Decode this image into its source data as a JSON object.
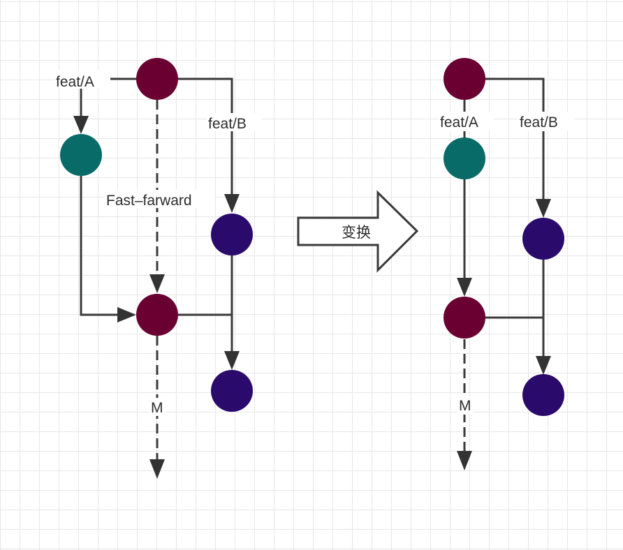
{
  "colors": {
    "main_commit": "#6a0032",
    "feat_a_commit": "#086b68",
    "feat_b_commit": "#2a0a6b",
    "edge": "#3a3a3a",
    "text": "#2c2c2c"
  },
  "left_panel": {
    "labels": {
      "feat_a": "feat/A",
      "feat_b": "feat/B",
      "fast_forward": "Fast–farward",
      "main": "M"
    },
    "nodes": [
      {
        "id": "L-main-start",
        "branch": "main"
      },
      {
        "id": "L-featA-1",
        "branch": "feat/A"
      },
      {
        "id": "L-featB-1",
        "branch": "feat/B"
      },
      {
        "id": "L-main-merge",
        "branch": "main"
      },
      {
        "id": "L-featB-2",
        "branch": "feat/B"
      }
    ]
  },
  "transform_arrow": {
    "label": "变换"
  },
  "right_panel": {
    "labels": {
      "feat_a": "feat/A",
      "feat_b": "feat/B",
      "main": "M"
    },
    "nodes": [
      {
        "id": "R-main-start",
        "branch": "main"
      },
      {
        "id": "R-featA-1",
        "branch": "feat/A"
      },
      {
        "id": "R-featB-1",
        "branch": "feat/B"
      },
      {
        "id": "R-main-merge",
        "branch": "main"
      },
      {
        "id": "R-featB-2",
        "branch": "feat/B"
      }
    ]
  }
}
